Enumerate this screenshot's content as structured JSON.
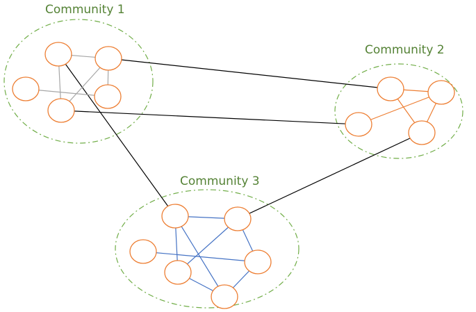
{
  "colors": {
    "label": "#548235",
    "boundary": "#70ad47",
    "node": "#ed7d31",
    "community1_edges": "#a6a6a6",
    "community2_edges": "#ed7d31",
    "community3_edges": "#4472c4",
    "inter_community_edges": "#000000"
  },
  "communities": [
    {
      "id": "c1",
      "label": "Community 1",
      "nodes": [
        "c1-a",
        "c1-b",
        "c1-c",
        "c1-d",
        "c1-e"
      ],
      "edges": [
        [
          "c1-a",
          "c1-b"
        ],
        [
          "c1-a",
          "c1-e"
        ],
        [
          "c1-b",
          "c1-e"
        ],
        [
          "c1-b",
          "c1-d"
        ],
        [
          "c1-c",
          "c1-d"
        ]
      ]
    },
    {
      "id": "c2",
      "label": "Community 2",
      "nodes": [
        "c2-a",
        "c2-b",
        "c2-c",
        "c2-d"
      ],
      "edges": [
        [
          "c2-a",
          "c2-b"
        ],
        [
          "c2-a",
          "c2-d"
        ],
        [
          "c2-c",
          "c2-b"
        ],
        [
          "c2-b",
          "c2-d"
        ]
      ]
    },
    {
      "id": "c3",
      "label": "Community 3",
      "nodes": [
        "c3-a",
        "c3-b",
        "c3-c",
        "c3-d",
        "c3-e",
        "c3-f"
      ],
      "edges": [
        [
          "c3-a",
          "c3-b"
        ],
        [
          "c3-a",
          "c3-d"
        ],
        [
          "c3-a",
          "c3-f"
        ],
        [
          "c3-b",
          "c3-d"
        ],
        [
          "c3-b",
          "c3-e"
        ],
        [
          "c3-c",
          "c3-e"
        ],
        [
          "c3-d",
          "c3-f"
        ],
        [
          "c3-e",
          "c3-f"
        ]
      ]
    }
  ],
  "inter_edges": [
    [
      "c1-b",
      "c2-a"
    ],
    [
      "c1-e",
      "c2-c"
    ],
    [
      "c1-a",
      "c3-a"
    ],
    [
      "c2-d",
      "c3-b"
    ]
  ]
}
